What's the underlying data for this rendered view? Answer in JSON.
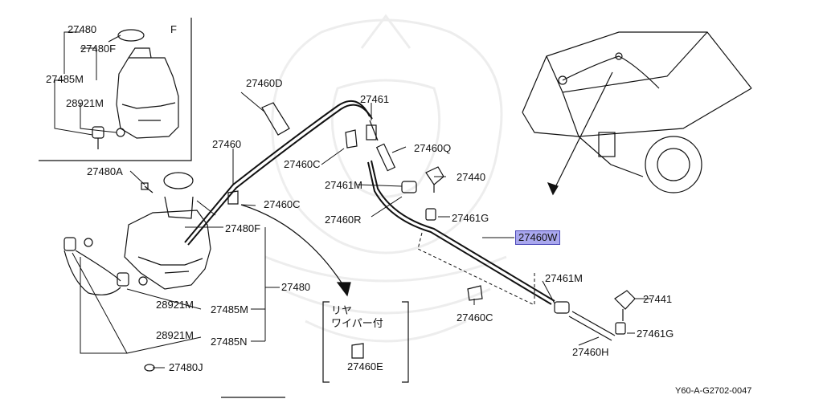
{
  "diagram": {
    "inset_letter": "F",
    "inset_labels": {
      "l27480": "27480",
      "l27480F": "27480F",
      "l27485M": "27485M",
      "l28921M": "28921M"
    },
    "labels": {
      "l27460D": "27460D",
      "l27461_top": "27461",
      "l27460": "27460",
      "l27460Q": "27460Q",
      "l27460C_a": "27460C",
      "l27480A": "27480A",
      "l27440": "27440",
      "l27461M_a": "27461M",
      "l27460C_b": "27460C",
      "l27460R": "27460R",
      "l27461G_a": "27461G",
      "l27480F": "27480F",
      "l27460W": "27460W",
      "l27480": "27480",
      "l27461M_b": "27461M",
      "l28921M_a": "28921M",
      "l27485M": "27485M",
      "l27441": "27441",
      "l27460C_c": "27460C",
      "l28921M_b": "28921M",
      "l27461G_b": "27461G",
      "l27485N": "27485N",
      "l27460H": "27460H",
      "l27460E": "27460E",
      "l27480J": "27480J"
    },
    "jp_note": {
      "line1": "リヤ",
      "line2": "ワイパー付"
    },
    "footer_code": "Y60-A-G2702-0047",
    "highlight_color": "#a9a7ee"
  }
}
